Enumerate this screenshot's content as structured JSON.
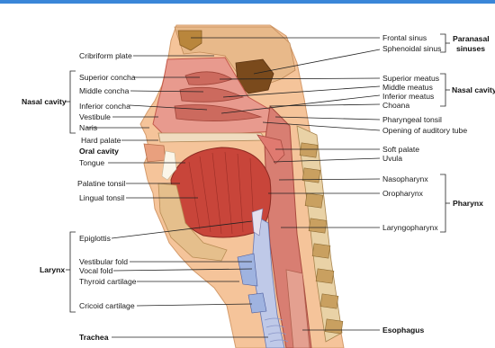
{
  "left_labels": [
    {
      "id": "cribriform",
      "text": "Cribriform plate"
    },
    {
      "id": "sup-concha",
      "text": "Superior concha"
    },
    {
      "id": "mid-concha",
      "text": "Middle concha"
    },
    {
      "id": "inf-concha",
      "text": "Inferior concha"
    },
    {
      "id": "vestibule",
      "text": "Vestibule"
    },
    {
      "id": "naris",
      "text": "Naris"
    },
    {
      "id": "hard-palate",
      "text": "Hard palate"
    },
    {
      "id": "oral-cavity",
      "text": "Oral cavity"
    },
    {
      "id": "tongue",
      "text": "Tongue"
    },
    {
      "id": "palatine-tonsil",
      "text": "Palatine tonsil"
    },
    {
      "id": "lingual-tonsil",
      "text": "Lingual tonsil"
    },
    {
      "id": "epiglottis",
      "text": "Epiglottis"
    },
    {
      "id": "vestibular-fold",
      "text": "Vestibular fold"
    },
    {
      "id": "vocal-fold",
      "text": "Vocal fold"
    },
    {
      "id": "thyroid",
      "text": "Thyroid cartilage"
    },
    {
      "id": "cricoid",
      "text": "Cricoid cartilage"
    },
    {
      "id": "trachea",
      "text": "Trachea"
    }
  ],
  "right_labels": [
    {
      "id": "frontal-sinus",
      "text": "Frontal sinus"
    },
    {
      "id": "sphenoidal-sinus",
      "text": "Sphenoidal sinus"
    },
    {
      "id": "sup-meatus",
      "text": "Superior meatus"
    },
    {
      "id": "mid-meatus",
      "text": "Middle meatus"
    },
    {
      "id": "inf-meatus",
      "text": "Inferior meatus"
    },
    {
      "id": "choana",
      "text": "Choana"
    },
    {
      "id": "pharyngeal-tonsil",
      "text": "Pharyngeal tonsil"
    },
    {
      "id": "auditory-tube",
      "text": "Opening of auditory tube"
    },
    {
      "id": "soft-palate",
      "text": "Soft palate"
    },
    {
      "id": "uvula",
      "text": "Uvula"
    },
    {
      "id": "nasopharynx",
      "text": "Nasopharynx"
    },
    {
      "id": "oropharynx",
      "text": "Oropharynx"
    },
    {
      "id": "laryngopharynx",
      "text": "Laryngopharynx"
    },
    {
      "id": "esophagus",
      "text": "Esophagus"
    }
  ],
  "groups": {
    "nasal_cavity_left": "Nasal cavity",
    "larynx": "Larynx",
    "paranasal_1": "Paranasal",
    "paranasal_2": "sinuses",
    "nasal_cavity_right": "Nasal cavity",
    "pharynx": "Pharynx"
  }
}
